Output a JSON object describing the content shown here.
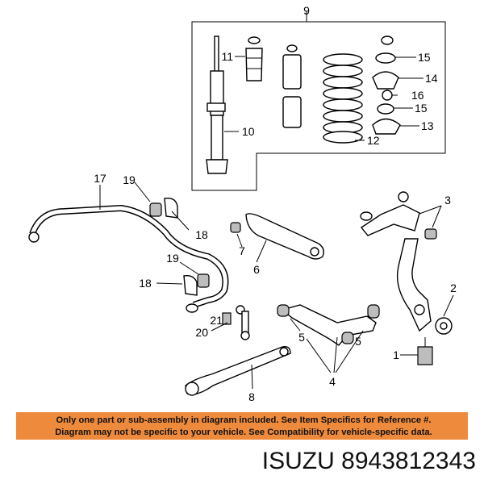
{
  "callouts": {
    "c1": "1",
    "c2": "2",
    "c3": "3",
    "c4": "4",
    "c5a": "5",
    "c5b": "5",
    "c6": "6",
    "c7": "7",
    "c8": "8",
    "c9": "9",
    "c10": "10",
    "c11": "11",
    "c12": "12",
    "c13": "13",
    "c14": "14",
    "c15a": "15",
    "c15b": "15",
    "c16": "16",
    "c17": "17",
    "c18a": "18",
    "c18b": "18",
    "c19a": "19",
    "c19b": "19",
    "c20": "20",
    "c21": "21"
  },
  "notice": {
    "line1": "Only one part or sub-assembly in diagram included. See Item Specifics for Reference #.",
    "line2": "Diagram may not be specific to your vehicle. See Compatibility for vehicle-specific data."
  },
  "part_label": {
    "brand": "ISUZU",
    "number": "8943812343"
  },
  "colors": {
    "notice_background": "#ee8a3c",
    "line_art": "#000000"
  }
}
